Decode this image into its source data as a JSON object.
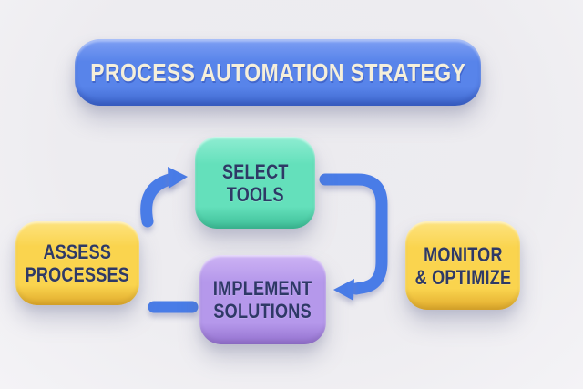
{
  "banner": {
    "label": "PROCESS AUTOMATION STRATEGY",
    "color_light": "#7E9FF4",
    "color_main": "#5884EA",
    "color_dark": "#3D66CC",
    "text_color": "#F5EFDA"
  },
  "nodes": [
    {
      "id": "assess-processes",
      "lines": [
        "ASSESS",
        "PROCESSES"
      ],
      "color_light": "#FDE380",
      "color_main": "#FAD44E",
      "color_dark": "#E0AA2C"
    },
    {
      "id": "select-tools",
      "lines": [
        "SELECT",
        "TOOLS"
      ],
      "color_light": "#8FEDD2",
      "color_main": "#64E0BB",
      "color_dark": "#3CBD96"
    },
    {
      "id": "implement-solutions",
      "lines": [
        "IMPLEMENT",
        "SOLUTIONS"
      ],
      "color_light": "#CDB3F4",
      "color_main": "#B598EB",
      "color_dark": "#9370CE"
    },
    {
      "id": "monitor-optimize",
      "lines": [
        "MONITOR",
        "& OPTIMIZE"
      ],
      "color_light": "#FDE380",
      "color_main": "#FAD44E",
      "color_dark": "#E0AA2C"
    }
  ],
  "connectors": [
    {
      "from": "assess-processes",
      "to": "select-tools",
      "style": "curved-arrow"
    },
    {
      "from": "select-tools",
      "to": "implement-solutions",
      "style": "elbow-arrow"
    },
    {
      "from": "implement-solutions",
      "to": "assess-processes",
      "style": "dash-segment"
    }
  ],
  "palette": {
    "arrow_blue": "#4A7BE7",
    "text_navy": "#2E3966",
    "background": "#EDECF0"
  }
}
